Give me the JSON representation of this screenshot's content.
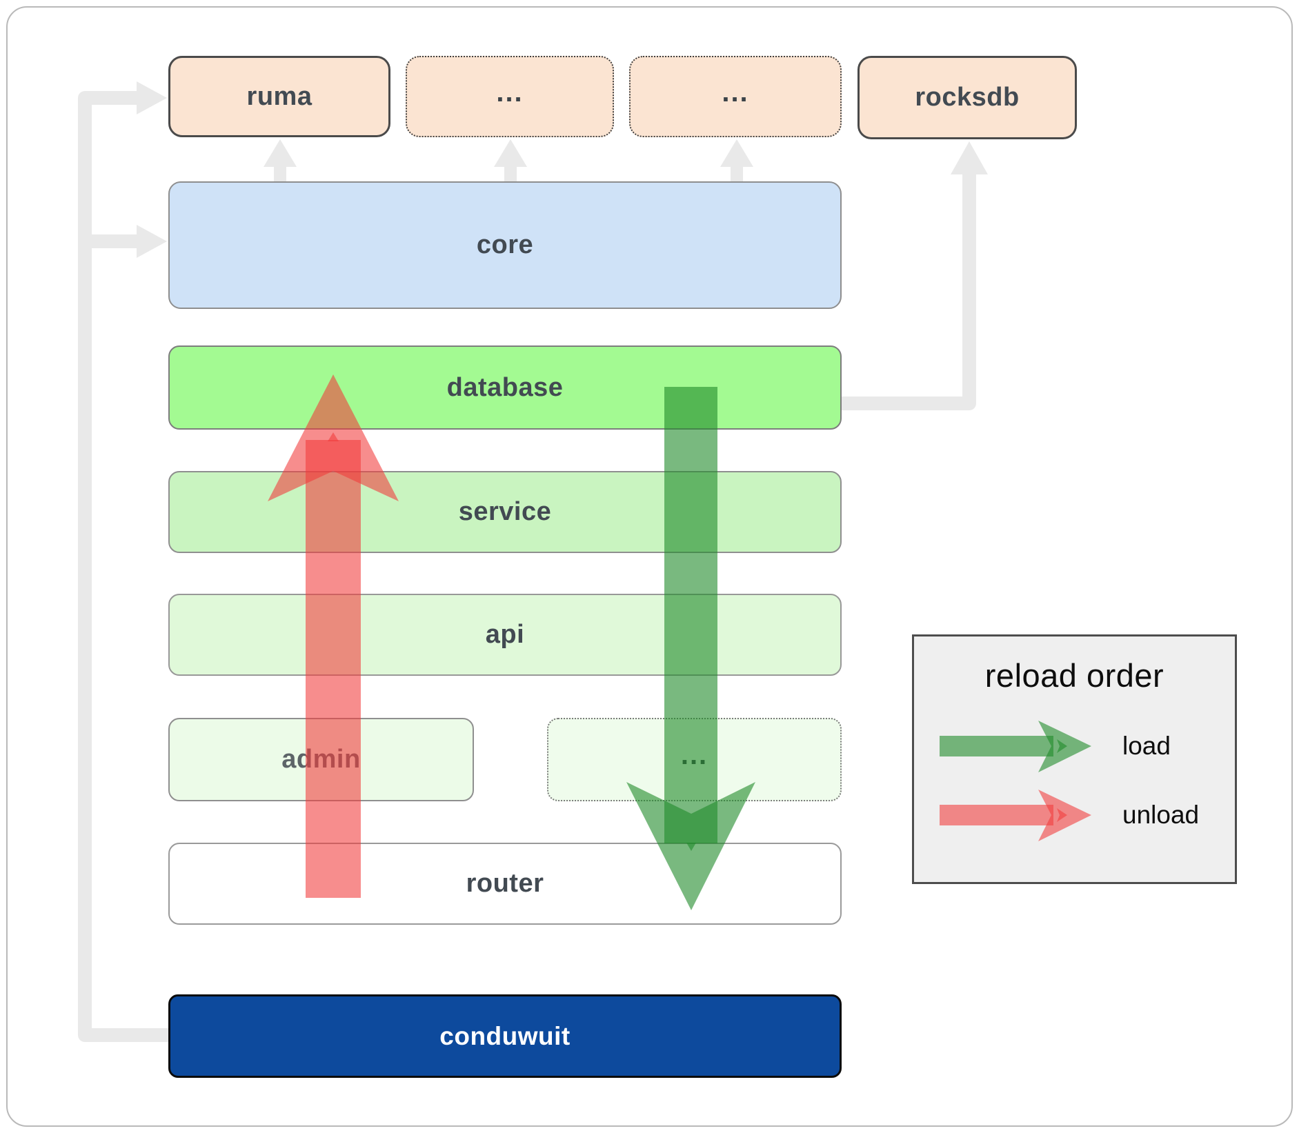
{
  "nodes": {
    "ruma": {
      "label": "ruma"
    },
    "dep_a": {
      "label": "..."
    },
    "dep_b": {
      "label": "..."
    },
    "rocksdb": {
      "label": "rocksdb"
    },
    "core": {
      "label": "core"
    },
    "database": {
      "label": "database"
    },
    "service": {
      "label": "service"
    },
    "api": {
      "label": "api"
    },
    "admin": {
      "label": "admin"
    },
    "admin_sibling": {
      "label": "..."
    },
    "router": {
      "label": "router"
    },
    "conduwuit": {
      "label": "conduwuit"
    }
  },
  "legend": {
    "title": "reload order",
    "items": [
      {
        "label": "load",
        "direction": "down"
      },
      {
        "label": "unload",
        "direction": "up"
      }
    ]
  },
  "colors": {
    "load-arrow": "#1f8b2a",
    "unload-arrow": "#f23b3b",
    "node-peach": "#fbe4d2",
    "node-core-blue": "#cfe2f7",
    "node-database-green": "#a3fa92",
    "node-service-green": "#c9f4c0",
    "node-api-green": "#e0f9d9",
    "node-admin-green": "#ecfbe8",
    "node-admin-sibling-green": "#effcec",
    "node-conduwuit-blue": "#0d4a9d",
    "connector-gray": "#e9e9e9",
    "legend-bg": "#efefef"
  }
}
